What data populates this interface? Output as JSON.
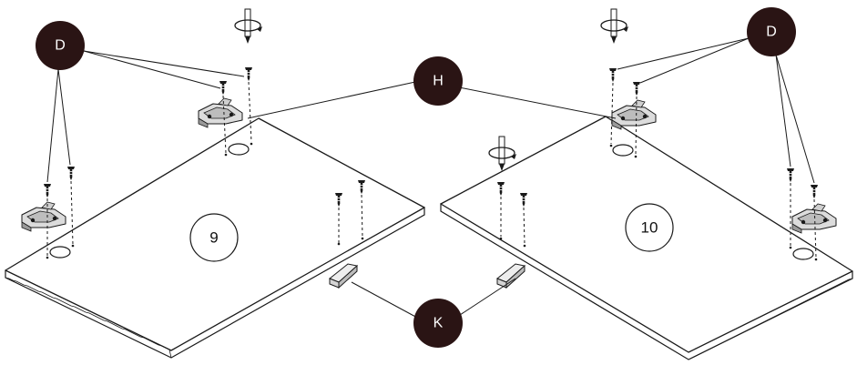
{
  "callouts": {
    "d_left": "D",
    "d_right": "D",
    "h": "H",
    "k": "K"
  },
  "steps": {
    "left": "9",
    "right": "10"
  },
  "colors": {
    "callout_fill": "#2a1414",
    "line": "#1a1a1a",
    "background": "#ffffff"
  },
  "icons": [
    "screwdriver-icon",
    "screw-icon",
    "hinge-icon",
    "handle-icon"
  ]
}
